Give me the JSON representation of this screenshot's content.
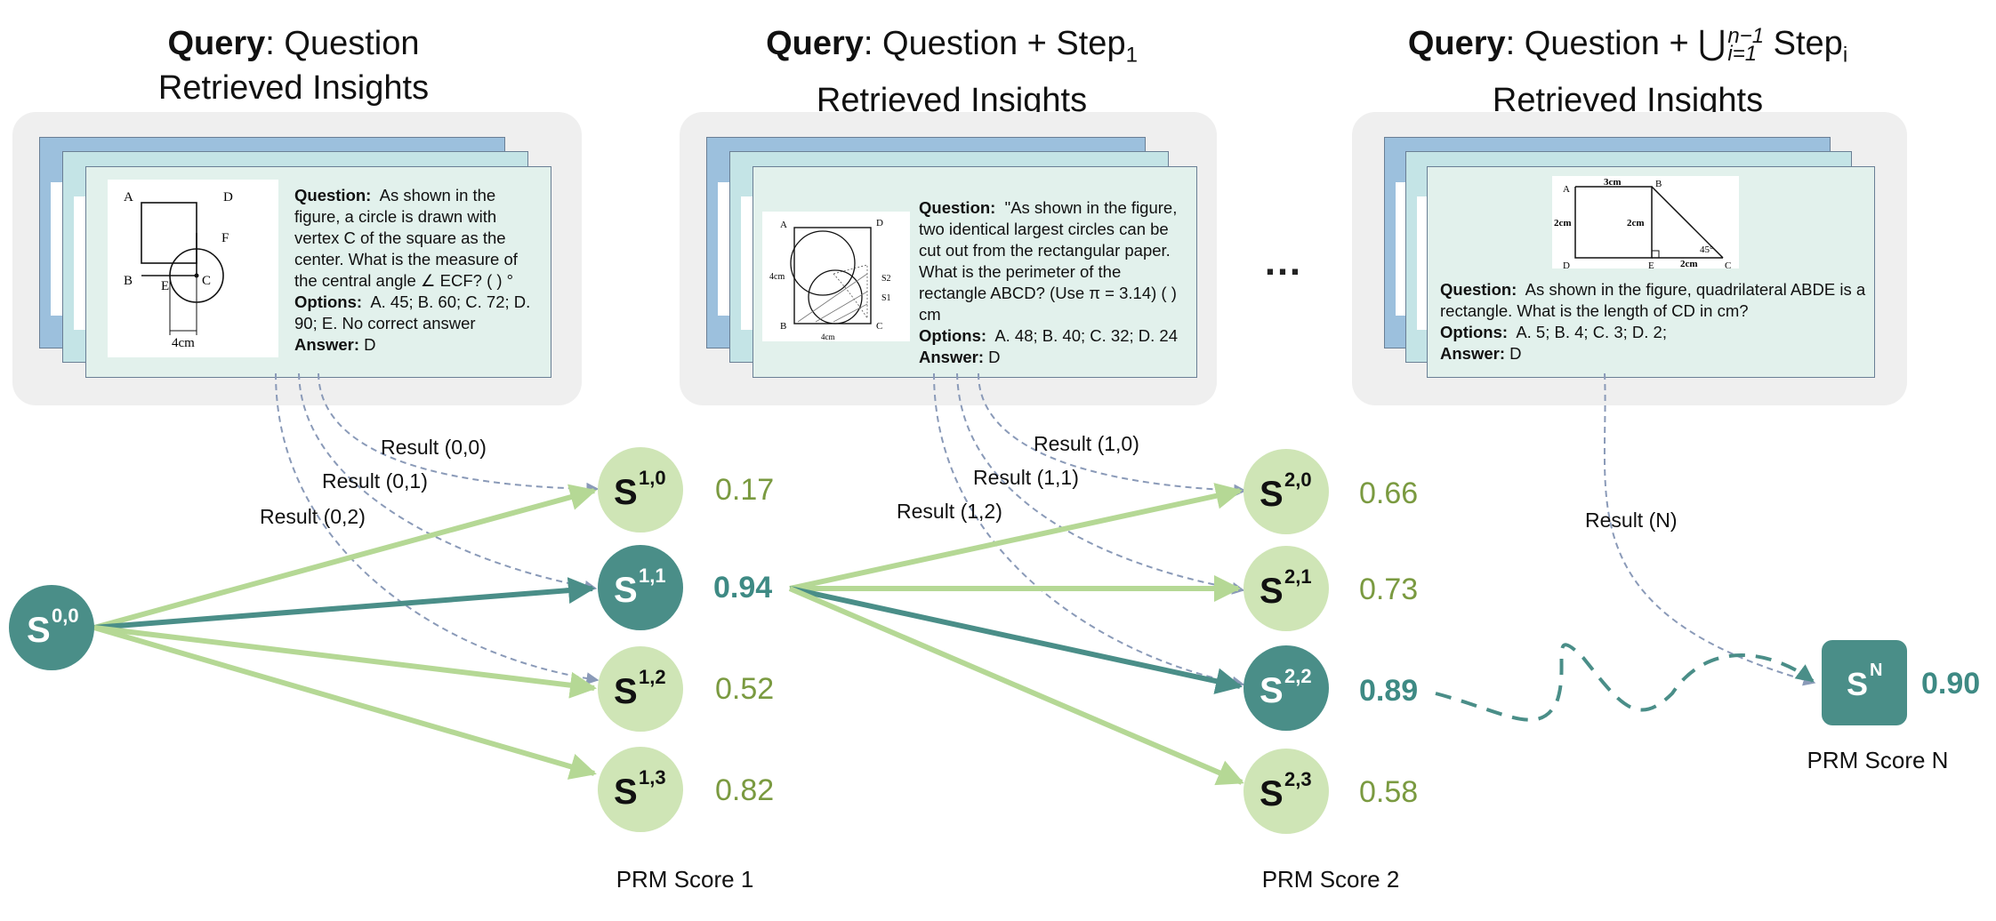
{
  "columns": [
    {
      "query_bold": "Query",
      "query_rest": ": Question",
      "subtitle": "Retrieved Insights",
      "card": {
        "question_label": "Question:",
        "question_text": "As shown in the figure, a circle is drawn with vertex C of the square as the center. What is the measure of the central angle ∠ ECF? ( ) °",
        "options_label": "Options:",
        "options_text": "A. 45; B. 60; C. 72; D. 90; E. No correct answer",
        "answer_label": "Answer:",
        "answer_text": "D",
        "figure_labels": [
          "A",
          "D",
          "F",
          "B",
          "E",
          "C",
          "4cm"
        ]
      }
    },
    {
      "query_bold": "Query",
      "query_rest": ": Question + Step",
      "query_sub": "1",
      "subtitle": "Retrieved Insights",
      "card": {
        "question_label": "Question:",
        "question_text": "\"As shown in the figure, two identical largest circles can be cut out from the rectangular paper. What is the perimeter of the rectangle ABCD? (Use π = 3.14) ( ) cm",
        "options_label": "Options:",
        "options_text": "A. 48; B. 40; C. 32; D. 24",
        "answer_label": "Answer:",
        "answer_text": "D",
        "figure_labels": [
          "A",
          "D",
          "4cm",
          "S2",
          "S1",
          "B",
          "C",
          "4cm"
        ]
      }
    },
    {
      "query_bold": "Query",
      "query_rest": ": Question + ⋃",
      "query_sup": "n−1",
      "query_sub": "i=1",
      "query_tail": " Step",
      "query_tail_sub": "i",
      "subtitle": "Retrieved Insights",
      "card": {
        "question_label": "Question:",
        "question_text": "As shown in the figure, quadrilateral ABDE is a rectangle. What is the length of CD in cm?",
        "options_label": "Options:",
        "options_text": "A. 5; B. 4; C. 3; D. 2;",
        "answer_label": "Answer:",
        "answer_text": "D",
        "figure_labels": [
          "A",
          "3cm",
          "B",
          "2cm",
          "2cm",
          "45°",
          "D",
          "E",
          "2cm",
          "C"
        ]
      }
    }
  ],
  "ellipsis": "…",
  "nodes": {
    "root": {
      "base": "S",
      "sup": "0,0"
    },
    "level1": [
      {
        "base": "S",
        "sup": "1,0",
        "score": "0.17"
      },
      {
        "base": "S",
        "sup": "1,1",
        "score": "0.94"
      },
      {
        "base": "S",
        "sup": "1,2",
        "score": "0.52"
      },
      {
        "base": "S",
        "sup": "1,3",
        "score": "0.82"
      }
    ],
    "level2": [
      {
        "base": "S",
        "sup": "2,0",
        "score": "0.66"
      },
      {
        "base": "S",
        "sup": "2,1",
        "score": "0.73"
      },
      {
        "base": "S",
        "sup": "2,2",
        "score": "0.89"
      },
      {
        "base": "S",
        "sup": "2,3",
        "score": "0.58"
      }
    ],
    "final": {
      "base": "S",
      "sup": "N",
      "score": "0.90"
    }
  },
  "result_labels": {
    "col1": [
      "Result (0,0)",
      "Result (0,1)",
      "Result (0,2)"
    ],
    "col2": [
      "Result (1,0)",
      "Result (1,1)",
      "Result (1,2)"
    ],
    "col3": [
      "Result (N)"
    ]
  },
  "prm_labels": [
    "PRM Score 1",
    "PRM Score 2",
    "PRM Score N"
  ],
  "colors": {
    "dark": "#4a8e88",
    "light": "#cfe5b6",
    "edge_light": "#b5d895",
    "dash": "#8a9ab8",
    "score_hi": "#3e8a84",
    "score_lo": "#7a9a40"
  }
}
